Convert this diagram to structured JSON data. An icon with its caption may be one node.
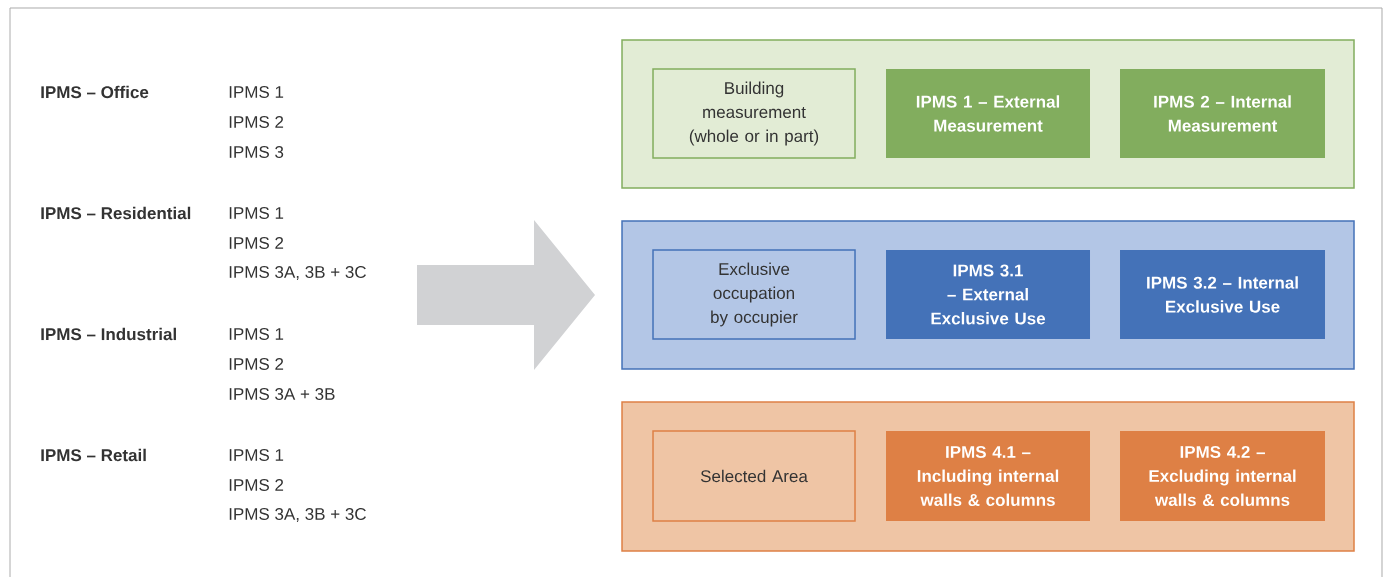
{
  "diagram": {
    "nodes": [
      {
        "text": [],
        "shape": "box"
      },
      {
        "text": [
          "Building measurement (whole or in part)"
        ],
        "in": 0
      },
      {
        "text": [
          "IPMS 1 – External Measurement"
        ],
        "in": 0
      },
      {
        "text": [
          "IPMS 2 – Internal Measurement"
        ],
        "in": 0
      },
      {
        "text": [],
        "shape": "box"
      },
      {
        "text": [
          "Exclusive occupation by occupier"
        ],
        "in": 4
      },
      {
        "text": [
          "IPMS 3.1 – External Exclusive Use"
        ],
        "in": 4
      },
      {
        "text": [
          "IPMS 3.2 – Internal Exclusive Use"
        ],
        "in": 4
      },
      {
        "text": [],
        "shape": "box"
      },
      {
        "text": [
          "Selected Area"
        ],
        "in": 8
      },
      {
        "text": [
          "IPMS 4.1 – Including internal walls & columns"
        ],
        "in": 8
      },
      {
        "text": [
          "IPMS 4.2 – Excluding internal walls & columns"
        ],
        "in": 8
      }
    ],
    "labels": [
      "IPMS – Office",
      "IPMS 1",
      "IPMS 2",
      "IPMS 3",
      "IPMS – Residential",
      "IPMS 1",
      "IPMS 2",
      "IPMS 3A, 3B + 3C",
      "IPMS – Industrial",
      "IPMS 1",
      "IPMS 2",
      "IPMS 3A + 3B",
      "IPMS – Retail",
      "IPMS 1",
      "IPMS 2",
      "IPMS 3A, 3B + 3C"
    ]
  }
}
